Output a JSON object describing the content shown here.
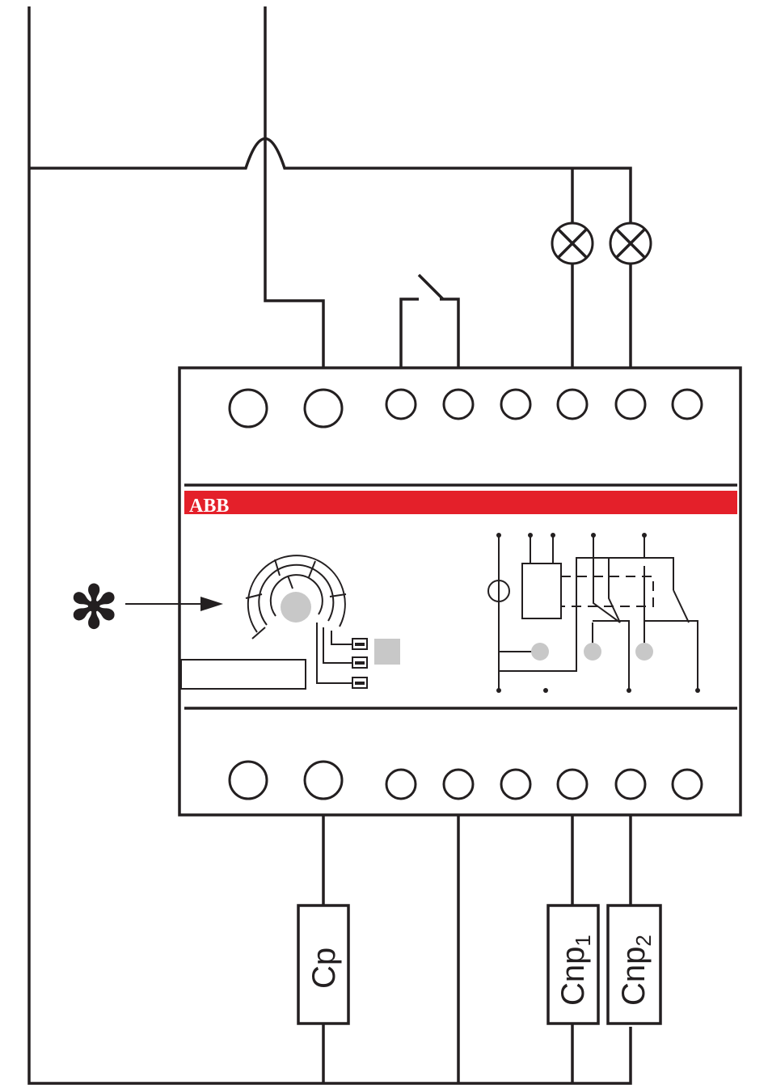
{
  "device": {
    "brand": "ABB",
    "brand_bar_color": "#e4202a"
  },
  "annotation": {
    "symbol": "✻"
  },
  "loads": {
    "cp": {
      "label": "Cp"
    },
    "cnp1": {
      "label": "Cnp",
      "subscript": "1"
    },
    "cnp2": {
      "label": "Cnp",
      "subscript": "2"
    }
  },
  "icons": {
    "lamp": "lamp-icon",
    "switch": "switch-icon",
    "dial": "time-dial-icon",
    "pointer": "arrow-right-icon"
  },
  "colors": {
    "line": "#231f20",
    "indicator": "#c8c8c8"
  }
}
